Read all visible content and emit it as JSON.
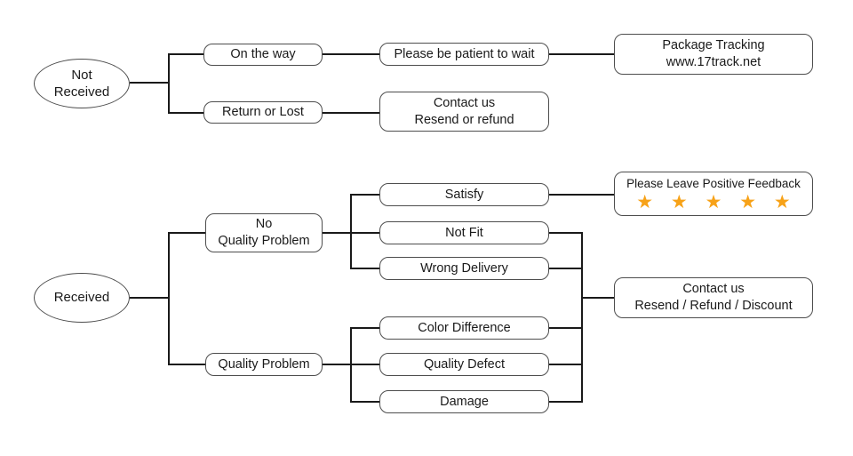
{
  "colors": {
    "background": "#ffffff",
    "connector_line": "#1a1a1a",
    "node_border": "#4d4d4d",
    "text": "#1a1a1a",
    "star": "#F7A218"
  },
  "nodes": {
    "not_received": {
      "line1": "Not",
      "line2": "Received"
    },
    "received": {
      "line1": "Received"
    },
    "on_the_way": {
      "line1": "On the way"
    },
    "return_or_lost": {
      "line1": "Return or Lost"
    },
    "please_be_patient": {
      "line1": "Please be patient to wait"
    },
    "contact_resend": {
      "line1": "Contact us",
      "line2": "Resend or refund"
    },
    "package_tracking": {
      "line1": "Package Tracking",
      "line2": "www.17track.net"
    },
    "no_quality_problem": {
      "line1": "No",
      "line2": "Quality Problem"
    },
    "quality_problem": {
      "line1": "Quality Problem"
    },
    "satisfy": {
      "line1": "Satisfy"
    },
    "not_fit": {
      "line1": "Not Fit"
    },
    "wrong_delivery": {
      "line1": "Wrong Delivery"
    },
    "color_difference": {
      "line1": "Color Difference"
    },
    "quality_defect": {
      "line1": "Quality Defect"
    },
    "damage": {
      "line1": "Damage"
    },
    "feedback": {
      "line1": "Please Leave Positive Feedback",
      "stars": "★ ★ ★ ★ ★",
      "star_count": 5
    },
    "contact_discount": {
      "line1": "Contact us",
      "line2": "Resend / Refund / Discount"
    }
  }
}
